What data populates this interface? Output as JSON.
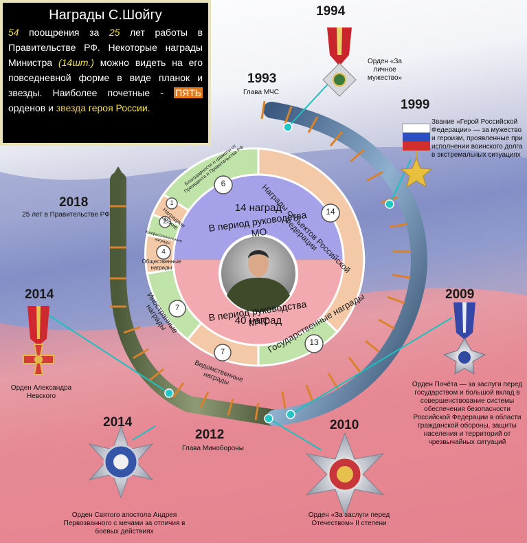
{
  "infobox": {
    "title": "Награды С.Шойгу",
    "n_total": "54",
    "t1": "поощрения за",
    "n_years": "25",
    "t2": "лет работы в Правительстве РФ. Некоторые награды Министра",
    "n_items": "(14шт.)",
    "t3": "можно видеть на его повседневной форме в виде планок и звезды. Наиболее почетные -",
    "five": "ПЯТЬ",
    "t4": "орденов и",
    "star": "звезда",
    "t5": "героя России."
  },
  "center": {
    "top_count": "14 наград",
    "top_label": "В период руководства МО",
    "bottom_count": "40 наград",
    "bottom_label": "В период руководства МЧС"
  },
  "segments": [
    {
      "label": "Награды субъектов Российской Федерации",
      "count": "14"
    },
    {
      "label": "Государственные награды",
      "count": "13"
    },
    {
      "label": "Ведомственные награды",
      "count": "7"
    },
    {
      "label": "Иностранные награды",
      "count": "7"
    },
    {
      "label": "Общественные награды",
      "count": "4"
    },
    {
      "label": "Конфессиональные награды",
      "count": "2"
    },
    {
      "label": "Наградное оружие",
      "count": "1"
    },
    {
      "label": "Благодарности и грамоты от Президента и Правительства РФ",
      "count": "6"
    }
  ],
  "timeline": [
    {
      "year": "1993",
      "label": "Глава МЧС"
    },
    {
      "year": "1994",
      "label": "Орден «За личное мужество»"
    },
    {
      "year": "1999",
      "label": "Звание «Герой Российской Федерации» — за мужество и героизм, проявленные при исполнении воинского долга в экстремальных ситуациях"
    },
    {
      "year": "2018",
      "label": "25 лет в Правительстве РФ"
    },
    {
      "year": "2014",
      "label": "Орден Александра Невского"
    },
    {
      "year": "2014",
      "label": "Орден Святого апостола Андрея Первозванного с мечами за отличия в боевых действиях"
    },
    {
      "year": "2012",
      "label": "Глава Минобороны"
    },
    {
      "year": "2010",
      "label": "Орден «За заслуги перед Отечеством» II степени"
    },
    {
      "year": "2009",
      "label": "Орден Почёта — за заслуги перед государством и большой вклад в совершенствование системы обеспечения безопасности Российской Федерации в области гражданской обороны, защиты населения и территорий от чрезвычайных ситуаций"
    }
  ],
  "colors": {
    "peach": "#f4c9a8",
    "green": "#bfe3a8",
    "inner_blue": "#9b9be6",
    "inner_pink": "#f2a9b0",
    "timeline_blue": "#5e7596",
    "connector": "#1fbfbf",
    "tick": "#d9822b"
  }
}
